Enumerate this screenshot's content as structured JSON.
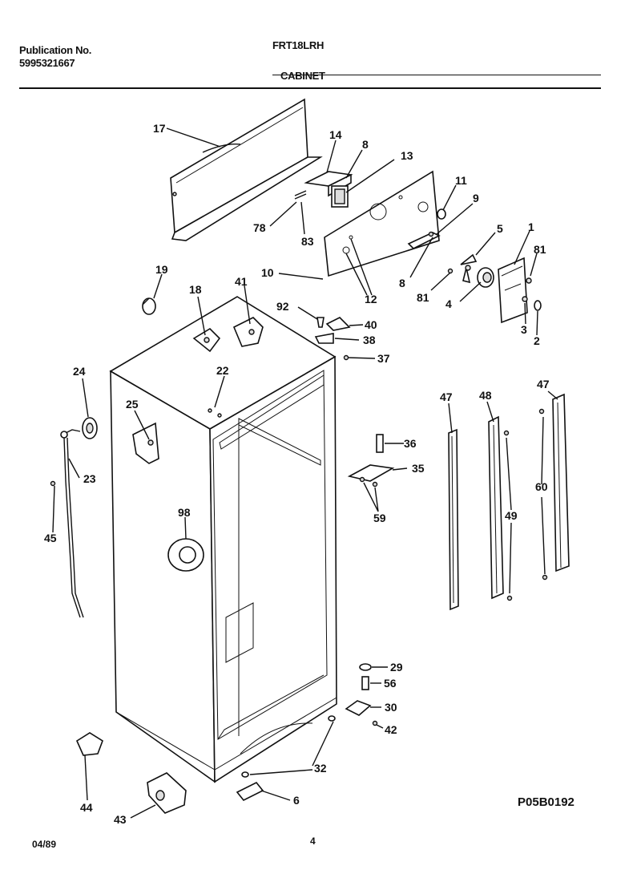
{
  "header": {
    "publication_label": "Publication No.",
    "publication_number": "5995321667",
    "model": "FRT18LRH",
    "section_title": "CABINET"
  },
  "footer": {
    "date": "04/89",
    "page": "4",
    "figure_code": "P05B0192"
  },
  "callouts": [
    {
      "id": "c17",
      "label": "17"
    },
    {
      "id": "c14",
      "label": "14"
    },
    {
      "id": "c8a",
      "label": "8"
    },
    {
      "id": "c13",
      "label": "13"
    },
    {
      "id": "c11",
      "label": "11"
    },
    {
      "id": "c9",
      "label": "9"
    },
    {
      "id": "c78",
      "label": "78"
    },
    {
      "id": "c83",
      "label": "83"
    },
    {
      "id": "c10",
      "label": "10"
    },
    {
      "id": "c12",
      "label": "12"
    },
    {
      "id": "c8b",
      "label": "8"
    },
    {
      "id": "c5",
      "label": "5"
    },
    {
      "id": "c1",
      "label": "1"
    },
    {
      "id": "c81a",
      "label": "81"
    },
    {
      "id": "c81b",
      "label": "81"
    },
    {
      "id": "c4",
      "label": "4"
    },
    {
      "id": "c3",
      "label": "3"
    },
    {
      "id": "c2",
      "label": "2"
    },
    {
      "id": "c19",
      "label": "19"
    },
    {
      "id": "c18",
      "label": "18"
    },
    {
      "id": "c41",
      "label": "41"
    },
    {
      "id": "c92",
      "label": "92"
    },
    {
      "id": "c40",
      "label": "40"
    },
    {
      "id": "c38",
      "label": "38"
    },
    {
      "id": "c37",
      "label": "37"
    },
    {
      "id": "c24",
      "label": "24"
    },
    {
      "id": "c22",
      "label": "22"
    },
    {
      "id": "c25",
      "label": "25"
    },
    {
      "id": "c23",
      "label": "23"
    },
    {
      "id": "c45",
      "label": "45"
    },
    {
      "id": "c98",
      "label": "98"
    },
    {
      "id": "c47a",
      "label": "47"
    },
    {
      "id": "c48",
      "label": "48"
    },
    {
      "id": "c47b",
      "label": "47"
    },
    {
      "id": "c36",
      "label": "36"
    },
    {
      "id": "c35",
      "label": "35"
    },
    {
      "id": "c59",
      "label": "59"
    },
    {
      "id": "c60",
      "label": "60"
    },
    {
      "id": "c49",
      "label": "49"
    },
    {
      "id": "c29",
      "label": "29"
    },
    {
      "id": "c56",
      "label": "56"
    },
    {
      "id": "c30",
      "label": "30"
    },
    {
      "id": "c42",
      "label": "42"
    },
    {
      "id": "c32",
      "label": "32"
    },
    {
      "id": "c6",
      "label": "6"
    },
    {
      "id": "c44",
      "label": "44"
    },
    {
      "id": "c43",
      "label": "43"
    }
  ]
}
